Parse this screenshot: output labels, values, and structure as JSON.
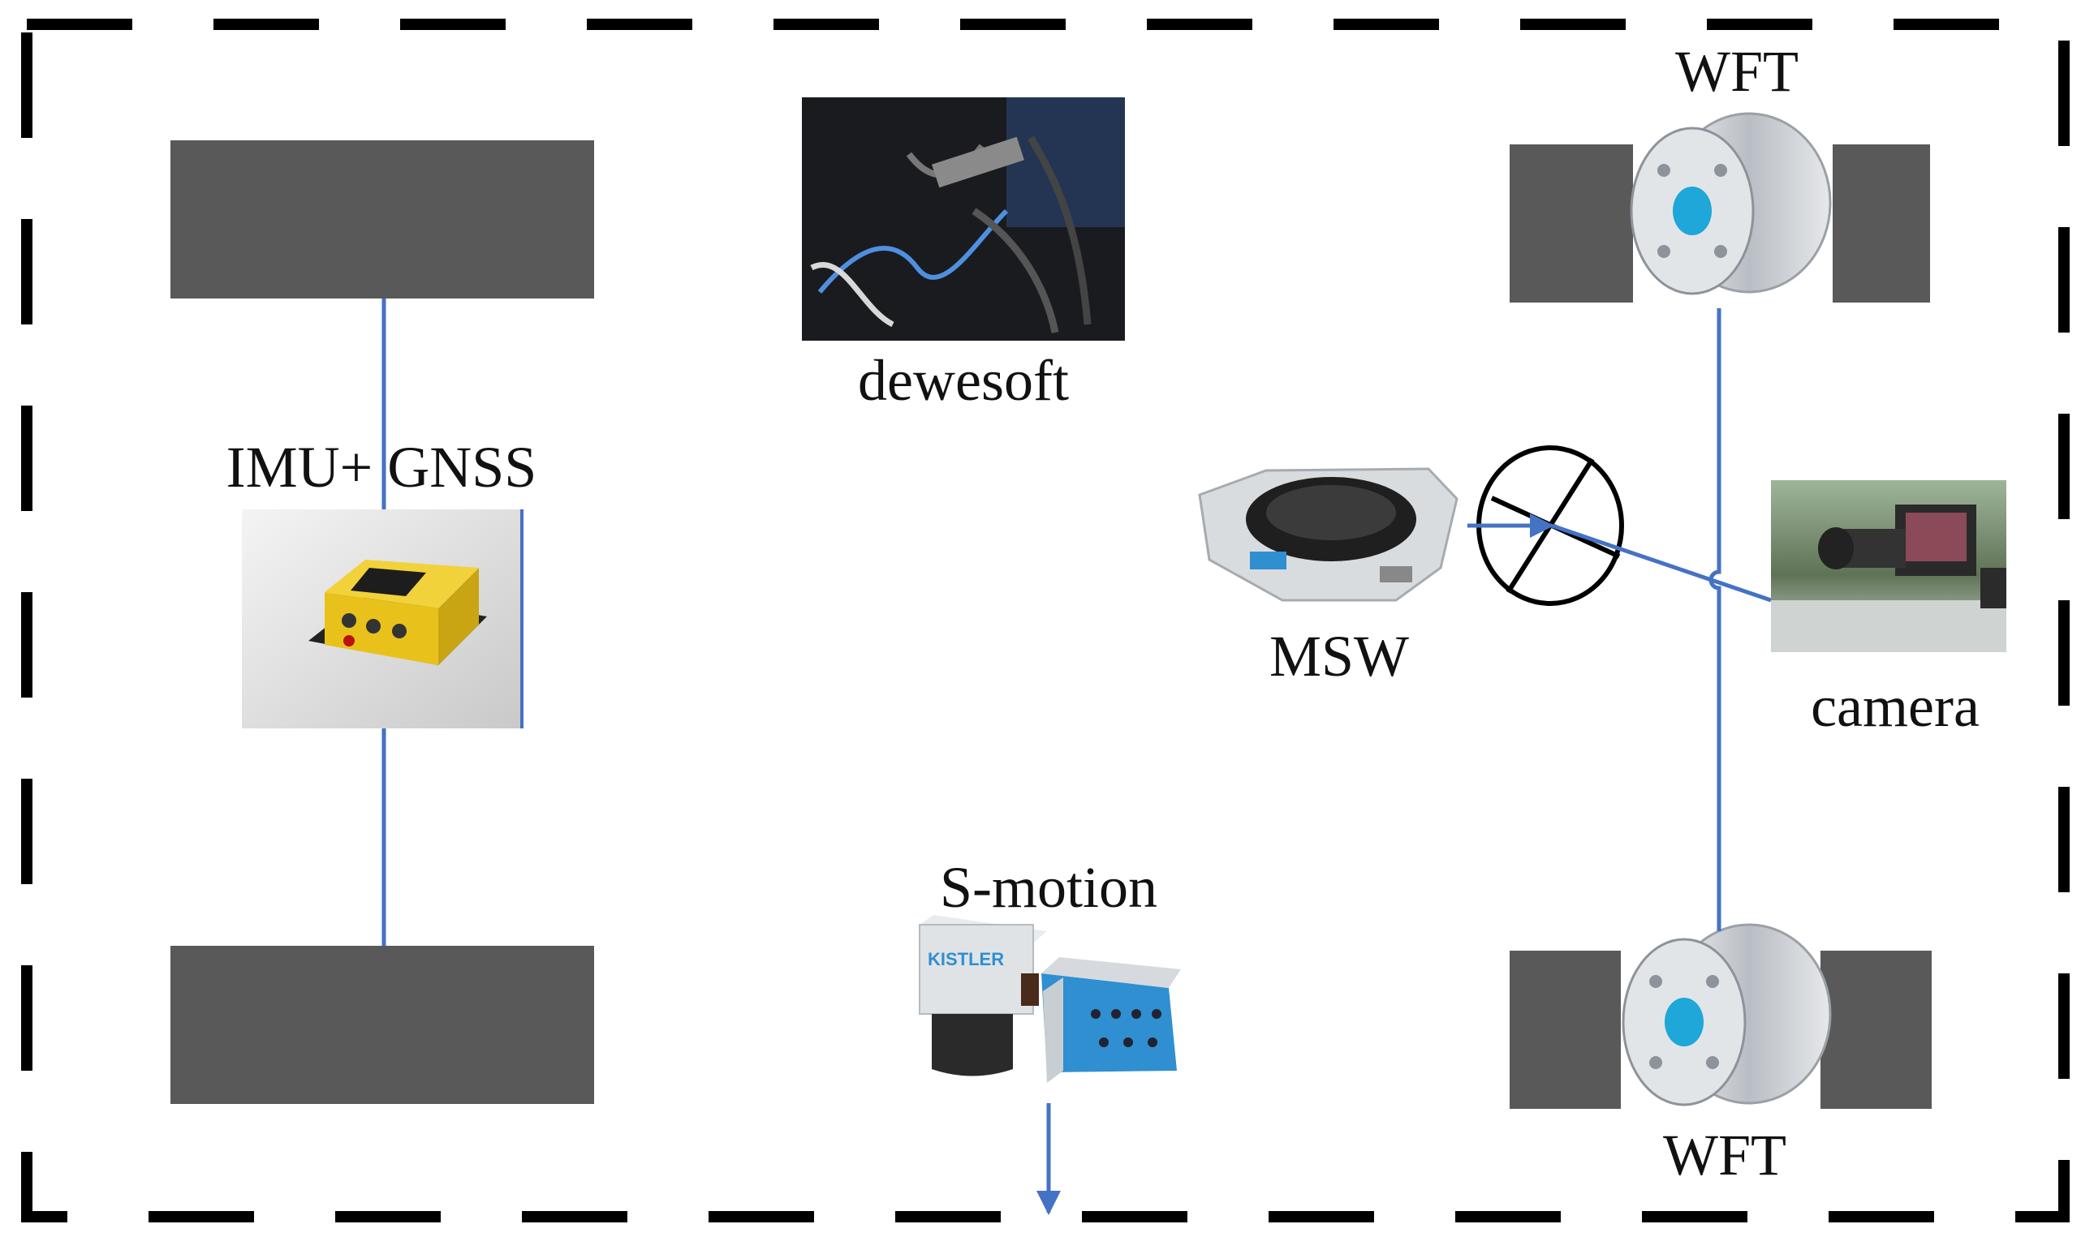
{
  "labels": {
    "wft_top": "WFT",
    "dewesoft": "dewesoft",
    "imu_gnss": "IMU+ GNSS",
    "msw": "MSW",
    "camera": "camera",
    "smotion": "S-motion",
    "wft_bottom": "WFT",
    "kistler_logo": "KISTLER"
  },
  "colors": {
    "frame": "#000000",
    "wheel_block": "#595959",
    "connector": "#4472C4",
    "imu_body": "#E8C21A",
    "sensor_metal": "#C8CDD2",
    "sensor_hub": "#1EA7D8",
    "kistler_blue": "#2F8FD0"
  },
  "icons": {
    "dewesoft_photo": "data-acquisition-wiring-photo",
    "imu_photo": "imu-gnss-device-photo",
    "msw_photo": "steering-wheel-sensor-photo",
    "camera_photo": "dashboard-camera-photo",
    "smotion_photo": "kistler-optical-sensor-photo",
    "wft_top": "wheel-force-transducer-icon",
    "wft_bottom": "wheel-force-transducer-icon",
    "steering_wheel": "steering-wheel-icon"
  }
}
